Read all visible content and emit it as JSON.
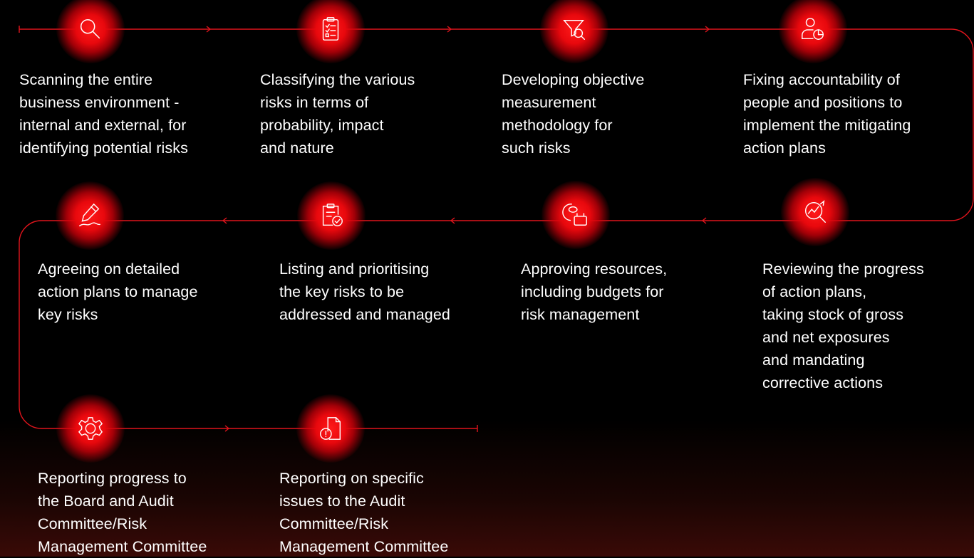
{
  "steps": [
    {
      "id": "scan",
      "icon": "magnifier-icon",
      "text": "Scanning the entire\nbusiness environment -\ninternal and external, for\nidentifying potential risks"
    },
    {
      "id": "classify",
      "icon": "clipboard-checklist-icon",
      "text": "Classifying the various\nrisks in terms of\nprobability, impact\nand nature"
    },
    {
      "id": "develop",
      "icon": "funnel-search-icon",
      "text": "Developing objective\nmeasurement\nmethodology for\nsuch risks"
    },
    {
      "id": "fix",
      "icon": "person-chart-icon",
      "text": "Fixing accountability of\npeople and positions to\nimplement the mitigating\naction plans"
    },
    {
      "id": "review",
      "icon": "trend-analysis-icon",
      "text": "Reviewing the progress\nof action plans,\ntaking stock of gross\nand net exposures\nand mandating\ncorrective actions"
    },
    {
      "id": "approve",
      "icon": "wallet-coins-icon",
      "text": "Approving resources,\nincluding budgets for\nrisk management"
    },
    {
      "id": "list",
      "icon": "clipboard-check-icon",
      "text": "Listing and prioritising\nthe key risks to be\naddressed and managed"
    },
    {
      "id": "agree",
      "icon": "pen-sign-icon",
      "text": "Agreeing on detailed\naction plans to manage\nkey risks"
    },
    {
      "id": "report-board",
      "icon": "gear-icon",
      "text": "Reporting progress to\nthe Board and Audit\nCommittee/Risk\nManagement Committee"
    },
    {
      "id": "report-issues",
      "icon": "document-alert-icon",
      "text": "Reporting on specific\nissues to the Audit\nCommittee/Risk\nManagement Committee"
    }
  ],
  "accent_color": "#e8080d",
  "line_color": "#e0141c"
}
